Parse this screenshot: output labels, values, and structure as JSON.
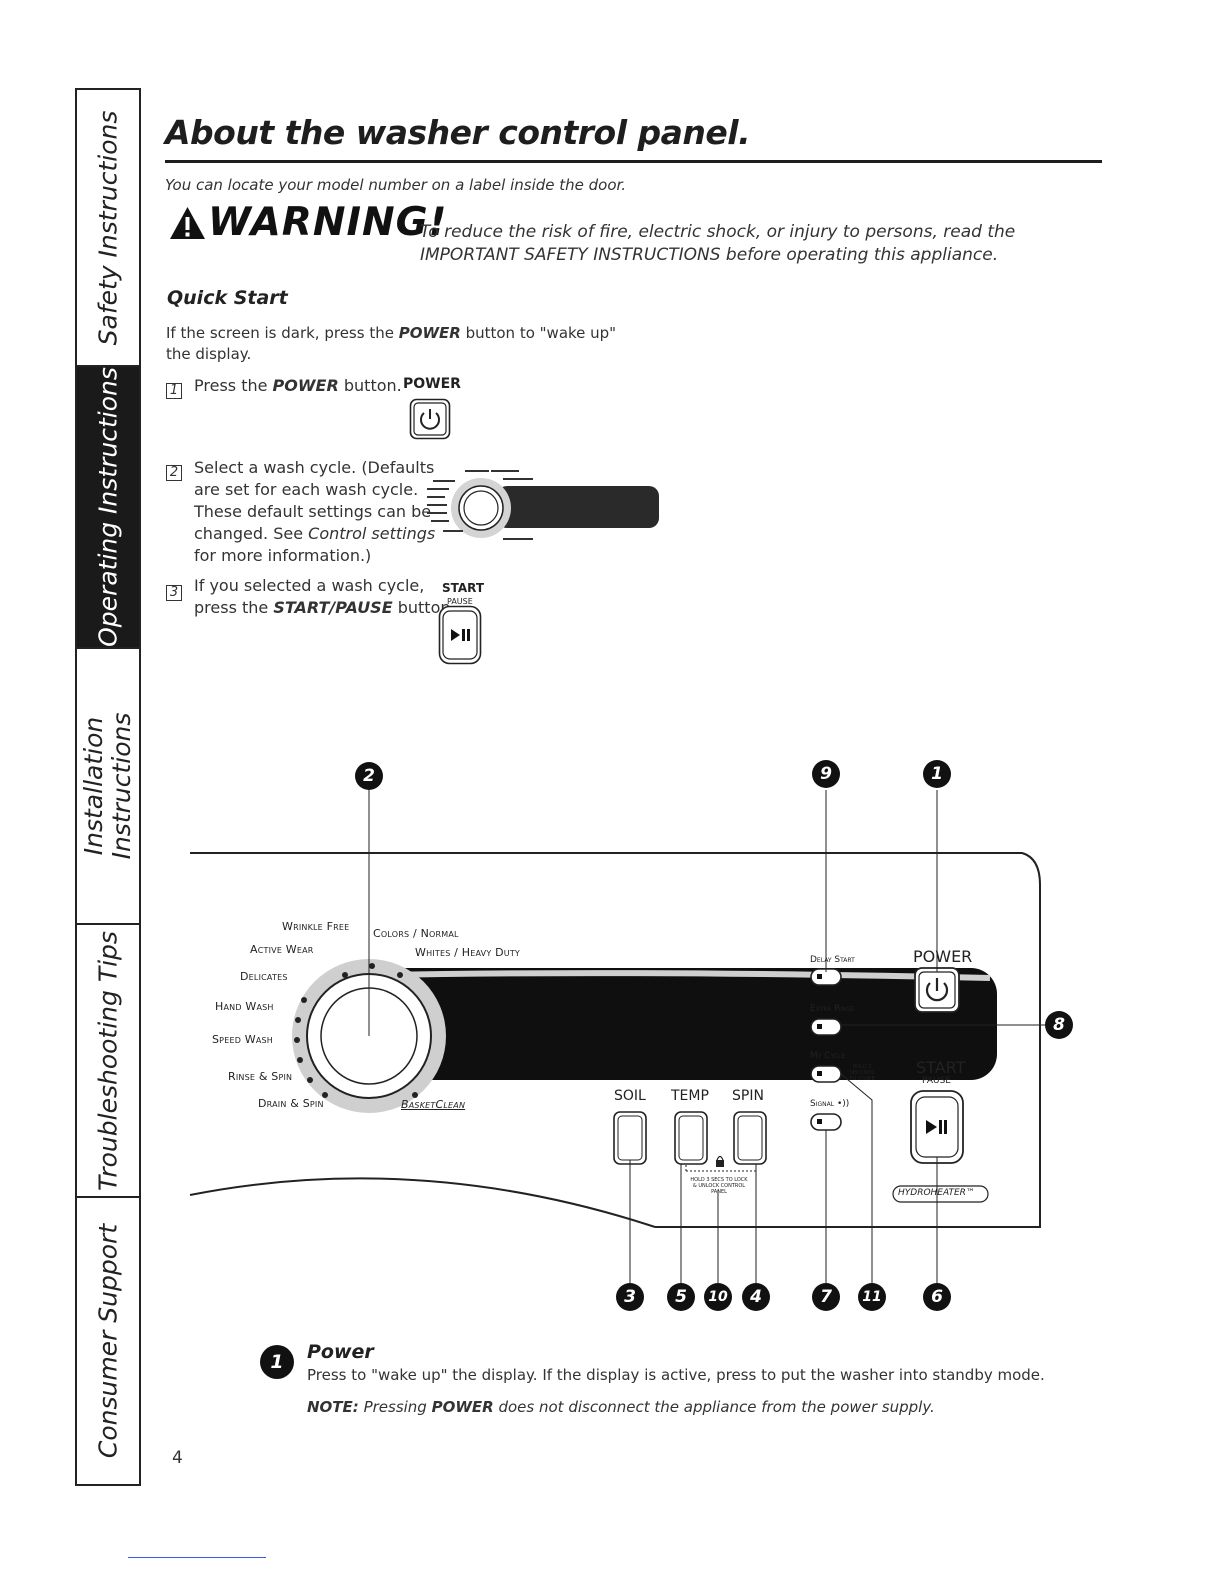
{
  "side_tabs": [
    {
      "label": "Safety Instructions",
      "active": false
    },
    {
      "label": "Operating Instructions",
      "active": true
    },
    {
      "label": "Installation Instructions",
      "active": false
    },
    {
      "label": "Troubleshooting Tips",
      "active": false
    },
    {
      "label": "Consumer Support",
      "active": false
    }
  ],
  "header": {
    "title": "About the washer control panel.",
    "model_note": "You can locate your model number on a label inside the door."
  },
  "warning": {
    "word": "WARNING!",
    "line1": "To reduce the risk of fire, electric shock, or injury to persons, read the",
    "line2": "IMPORTANT SAFETY INSTRUCTIONS before operating this appliance."
  },
  "quick_start": {
    "heading": "Quick Start",
    "intro_1_pre": "If the screen is dark, press the ",
    "intro_1_bold": "POWER",
    "intro_1_post": " button to \"wake up\"",
    "intro_2": "the display.",
    "step1": {
      "num": "1",
      "pre": "Press the ",
      "bold": "POWER",
      "post": " button.",
      "icon_label": "POWER"
    },
    "step2": {
      "num": "2",
      "line1": "Select a wash cycle. (Defaults",
      "line2": "are set for each wash cycle.",
      "line3": "These default settings can be",
      "line4_pre": "changed. See ",
      "line4_ital": "Control settings",
      "line5": "for more information.)"
    },
    "step3": {
      "num": "3",
      "line1": "If you selected a wash cycle,",
      "pre": "press the ",
      "bold": "START/PAUSE",
      "post": " button.",
      "icon_label": "START",
      "icon_sub": "PAUSE"
    }
  },
  "panel": {
    "cycles": {
      "wrinkle_free": "Wrinkle Free",
      "active_wear": "Active Wear",
      "delicates": "Delicates",
      "hand_wash": "Hand Wash",
      "speed_wash": "Speed Wash",
      "rinse_spin": "Rinse & Spin",
      "drain_spin": "Drain & Spin",
      "colors_normal": "Colors / Normal",
      "whites_heavy": "Whites / Heavy Duty",
      "basketclean": "BasketClean"
    },
    "buttons": {
      "soil": "SOIL",
      "temp": "TEMP",
      "spin": "SPIN",
      "delay_start": "Delay Start",
      "extra_rinse": "Extra Rinse",
      "my_cycle": "My Cycle",
      "hold_store": "HOLD 3 SECONDS TO STORE",
      "signal": "Signal",
      "power": "POWER",
      "start": "START",
      "pause": "PAUSE",
      "hydroheater": "HYDROHEATER™",
      "lock_note": "HOLD 3 SECS TO LOCK & UNLOCK CONTROL PANEL"
    },
    "callouts": {
      "dial": "2",
      "delay_start": "9",
      "power": "1",
      "extra_rinse": "8",
      "soil": "3",
      "temp": "5",
      "lock": "10",
      "spin": "4",
      "signal": "7",
      "my_cycle": "11",
      "start": "6"
    }
  },
  "description": {
    "badge": "1",
    "title": "Power",
    "body": "Press to \"wake up\" the display. If the display is active, press to put the washer into standby mode.",
    "note_label": "NOTE:",
    "note_pre": " Pressing ",
    "note_bold": "POWER",
    "note_post": " does not disconnect the appliance from the power supply."
  },
  "page_number": "4",
  "colors": {
    "ink": "#1e1e1e",
    "tab_active_bg": "#1a1a1a",
    "panel_gray": "#bdbdbd",
    "footer_rule": "#3a5bd9"
  }
}
